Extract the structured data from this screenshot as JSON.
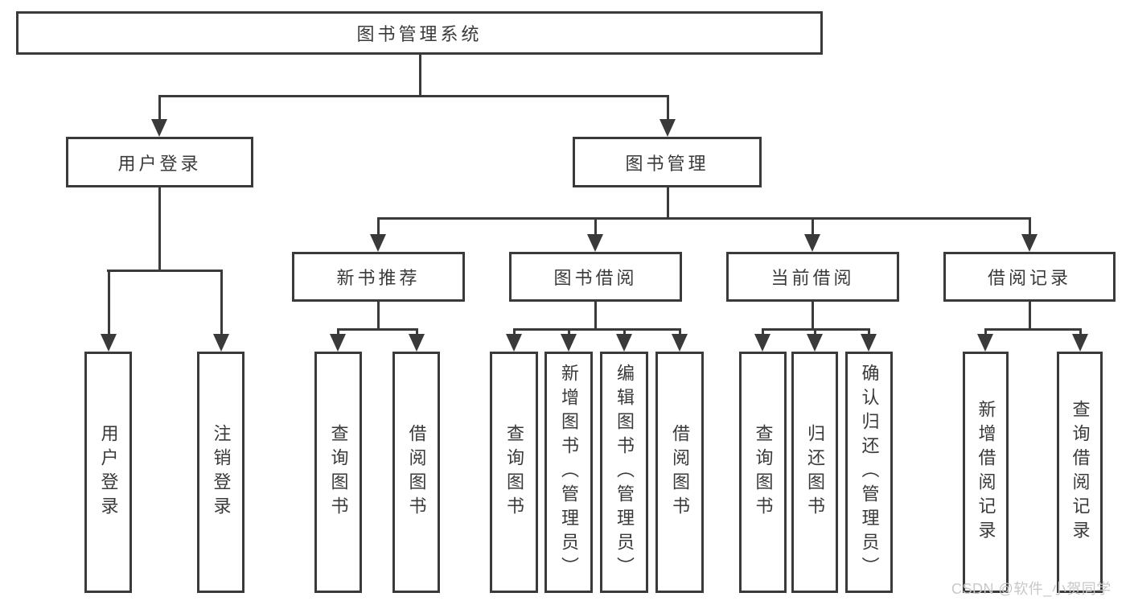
{
  "title": "图书管理系统",
  "colors": {
    "line": "#3a3a3a",
    "text": "#3a3a3a",
    "background": "#ffffff",
    "watermark": "#c8c8c8"
  },
  "nodes": {
    "root": "图书管理系统",
    "level2": [
      "用户登录",
      "图书管理"
    ],
    "level3": [
      "新书推荐",
      "图书借阅",
      "当前借阅",
      "借阅记录"
    ],
    "leaves_login": [
      "用户登录",
      "注销登录"
    ],
    "leaves_recommend": [
      "查询图书",
      "借阅图书"
    ],
    "leaves_borrow": [
      "查询图书",
      "新增图书（管理员）",
      "编辑图书（管理员）",
      "借阅图书"
    ],
    "leaves_current": [
      "查询图书",
      "归还图书",
      "确认归还（管理员）"
    ],
    "leaves_records": [
      "新增借阅记录",
      "查询借阅记录"
    ]
  },
  "watermark": "CSDN @软件_小贺同学"
}
